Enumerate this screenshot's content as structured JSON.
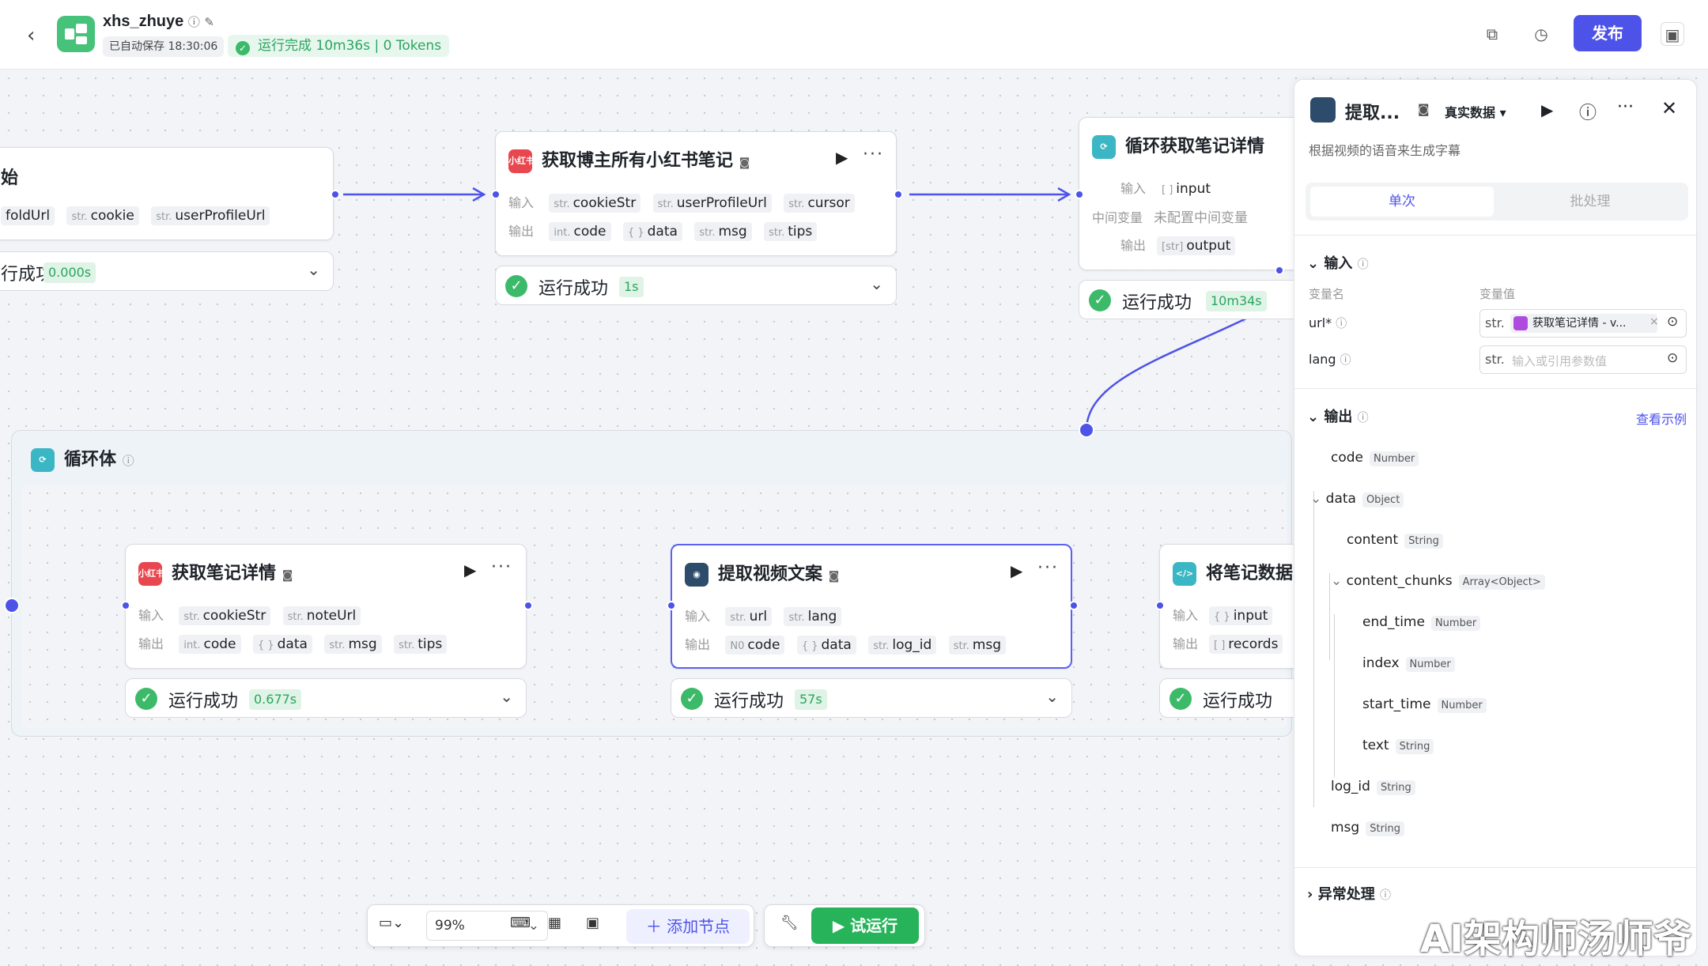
{
  "header": {
    "app_name": "xhs_zhuye",
    "auto_save": "已自动保存 18:30:06",
    "run_status": "运行完成 10m36s | 0 Tokens",
    "publish_label": "发布"
  },
  "nodes": {
    "start": {
      "title": "始",
      "tags": [
        "foldUrl",
        "cookie",
        "userProfileUrl"
      ],
      "tag_types": [
        "",
        "str.",
        "str."
      ],
      "status": "行成功",
      "duration": "0.000s"
    },
    "get_notes": {
      "title": "获取博主所有小红书笔记",
      "icon_text": "小红书",
      "input_label": "输入",
      "output_label": "输出",
      "inputs": [
        "cookieStr",
        "userProfileUrl",
        "cursor"
      ],
      "outputs": [
        "code",
        "data",
        "msg",
        "tips"
      ],
      "output_types": [
        "int.",
        "{ }",
        "str.",
        "str."
      ],
      "status": "运行成功",
      "duration": "1s"
    },
    "loop": {
      "title": "循环获取笔记详情",
      "input_label": "输入",
      "mid_label": "中间变量",
      "mid_value": "未配置中间变量",
      "output_label": "输出",
      "input": "input",
      "output": "output",
      "status": "运行成功",
      "duration": "10m34s"
    },
    "loop_body": {
      "title": "循环体"
    },
    "note_detail": {
      "title": "获取笔记详情",
      "icon_text": "小红书",
      "input_label": "输入",
      "output_label": "输出",
      "inputs": [
        "cookieStr",
        "noteUrl"
      ],
      "outputs": [
        "code",
        "data",
        "msg",
        "tips"
      ],
      "output_types": [
        "int.",
        "{ }",
        "str.",
        "str."
      ],
      "status": "运行成功",
      "duration": "0.677s"
    },
    "video_text": {
      "title": "提取视频文案",
      "input_label": "输入",
      "output_label": "输出",
      "inputs": [
        "url",
        "lang"
      ],
      "outputs": [
        "code",
        "data",
        "log_id",
        "msg"
      ],
      "output_types": [
        "N0",
        "{ }",
        "str.",
        "str."
      ],
      "status": "运行成功",
      "duration": "57s"
    },
    "save_note": {
      "title": "将笔记数据",
      "input_label": "输入",
      "output_label": "输出",
      "input": "input",
      "output": "records",
      "status": "运行成功"
    }
  },
  "toolbar": {
    "zoom": "99%",
    "add_node": "添加节点",
    "try_run": "试运行"
  },
  "panel": {
    "title": "提取...",
    "data_mode": "真实数据",
    "description": "根据视频的语音来生成字幕",
    "tab_single": "单次",
    "tab_batch": "批处理",
    "input_section": "输入",
    "col_var_name": "变量名",
    "col_var_value": "变量值",
    "url_label": "url*",
    "url_value": "获取笔记详情 - v...",
    "lang_label": "lang",
    "lang_placeholder": "输入或引用参数值",
    "type_str": "str.",
    "output_section": "输出",
    "view_example": "查看示例",
    "outputs": [
      {
        "name": "code",
        "type": "Number"
      },
      {
        "name": "data",
        "type": "Object"
      },
      {
        "name": "content",
        "type": "String"
      },
      {
        "name": "content_chunks",
        "type": "Array<Object>"
      },
      {
        "name": "end_time",
        "type": "Number"
      },
      {
        "name": "index",
        "type": "Number"
      },
      {
        "name": "start_time",
        "type": "Number"
      },
      {
        "name": "text",
        "type": "String"
      },
      {
        "name": "log_id",
        "type": "String"
      },
      {
        "name": "msg",
        "type": "String"
      }
    ],
    "error_section": "异常处理"
  },
  "watermark": "AI架构师汤师爷"
}
